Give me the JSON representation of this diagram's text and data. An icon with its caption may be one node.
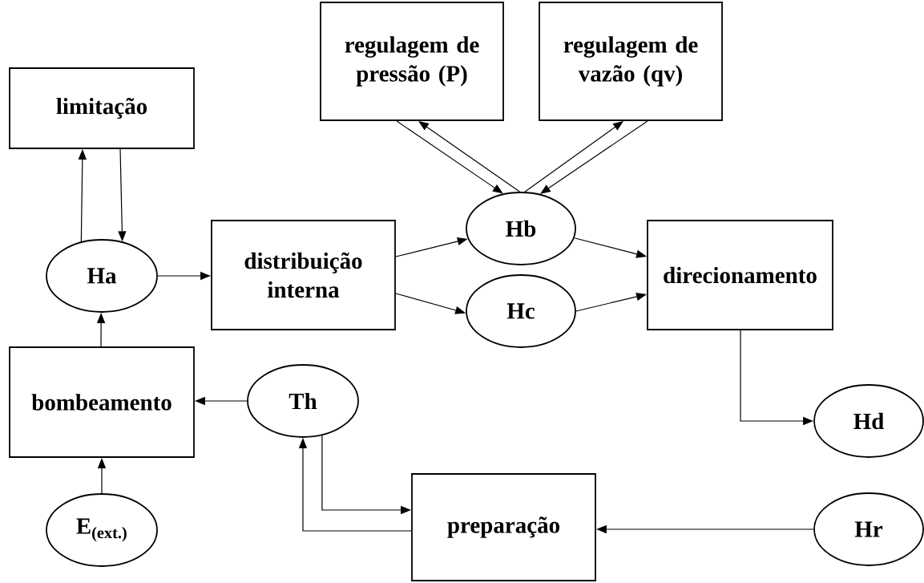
{
  "diagram": {
    "nodes": [
      {
        "text": [
          "limitação"
        ]
      },
      {
        "text": [
          "regulagem de pressão (P)"
        ]
      },
      {
        "text": [
          "regulagem de vazão (qv)"
        ]
      },
      {
        "text": [
          "Ha"
        ]
      },
      {
        "text": [
          "distribuição interna"
        ]
      },
      {
        "text": [
          "Hb"
        ]
      },
      {
        "text": [
          "Hc"
        ]
      },
      {
        "text": [
          "direcionamento"
        ]
      },
      {
        "text": [
          "bombeamento"
        ]
      },
      {
        "text": [
          "Th"
        ]
      },
      {
        "text": [
          "Hd"
        ]
      },
      {
        "text": [
          "E$_{(ext.)}$"
        ]
      },
      {
        "text": [
          "preparação"
        ]
      },
      {
        "text": [
          "Hr"
        ]
      }
    ],
    "edges": [
      {
        "from": 3,
        "to": 0,
        "arrow": "to"
      },
      {
        "from": 0,
        "to": 3,
        "arrow": "to"
      },
      {
        "from": 3,
        "to": 4,
        "arrow": "to"
      },
      {
        "from": 4,
        "to": 5,
        "arrow": "to"
      },
      {
        "from": 4,
        "to": 6,
        "arrow": "to"
      },
      {
        "from": 1,
        "to": 5,
        "arrow": "to"
      },
      {
        "from": 5,
        "to": 1,
        "arrow": "to"
      },
      {
        "from": 5,
        "to": 2,
        "arrow": "to"
      },
      {
        "from": 2,
        "to": 5,
        "arrow": "to"
      },
      {
        "from": 5,
        "to": 7,
        "arrow": "to"
      },
      {
        "from": 6,
        "to": 7,
        "arrow": "to"
      },
      {
        "from": 7,
        "to": 10,
        "arrow": "to"
      },
      {
        "from": 8,
        "to": 3,
        "arrow": "to"
      },
      {
        "from": 11,
        "to": 8,
        "arrow": "to"
      },
      {
        "from": 9,
        "to": 8,
        "arrow": "to"
      },
      {
        "from": 9,
        "to": 12,
        "arrow": "to"
      },
      {
        "from": 12,
        "to": 9,
        "arrow": "to"
      },
      {
        "from": 13,
        "to": 12,
        "arrow": "to"
      }
    ]
  }
}
